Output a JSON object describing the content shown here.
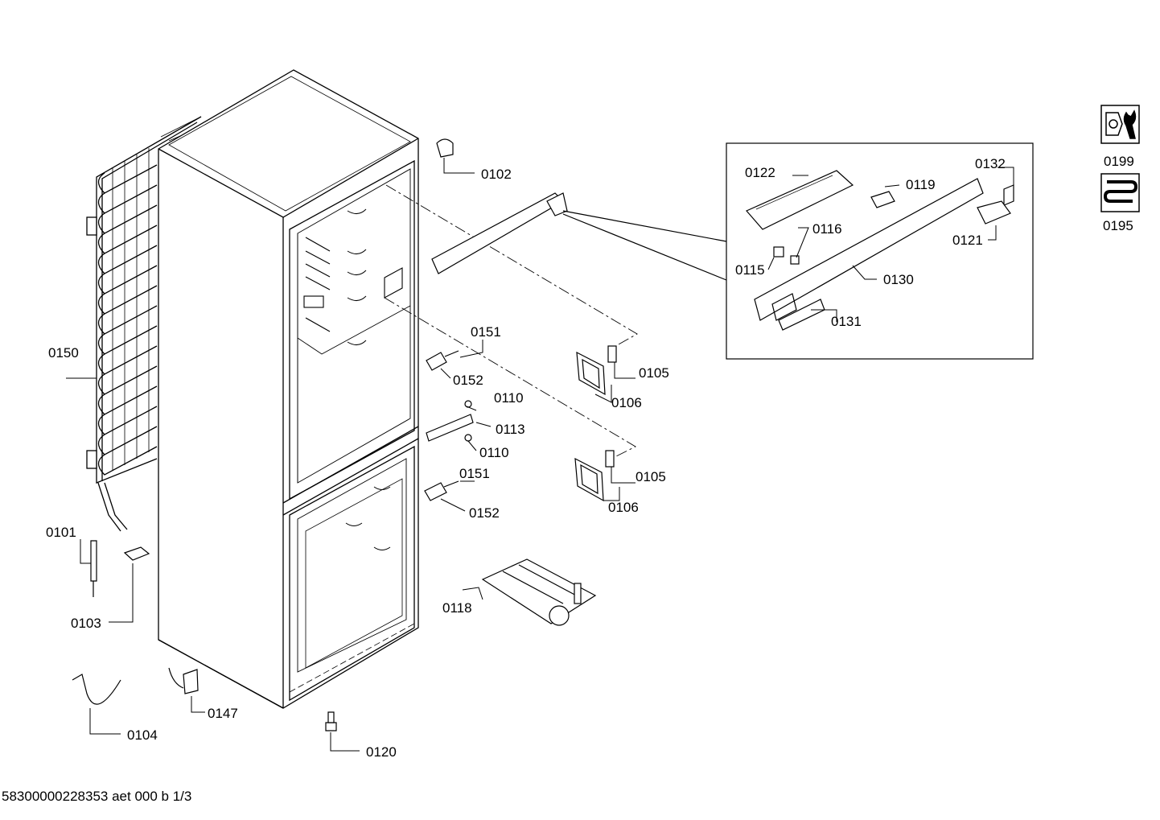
{
  "document_id": "58300000228353 aet 000 b 1/3",
  "callouts": {
    "c0101": "0101",
    "c0102": "0102",
    "c0103": "0103",
    "c0104": "0104",
    "c0105a": "0105",
    "c0105b": "0105",
    "c0106a": "0106",
    "c0106b": "0106",
    "c0110a": "0110",
    "c0110b": "0110",
    "c0113": "0113",
    "c0115": "0115",
    "c0116": "0116",
    "c0118": "0118",
    "c0119": "0119",
    "c0120": "0120",
    "c0121": "0121",
    "c0122": "0122",
    "c0130": "0130",
    "c0131": "0131",
    "c0132": "0132",
    "c0147": "0147",
    "c0150": "0150",
    "c0151a": "0151",
    "c0151b": "0151",
    "c0152a": "0152",
    "c0152b": "0152",
    "c0195": "0195",
    "c0199": "0199"
  },
  "icons": {
    "tools": "wrench-nut-icon",
    "coil": "heating-coil-icon"
  }
}
